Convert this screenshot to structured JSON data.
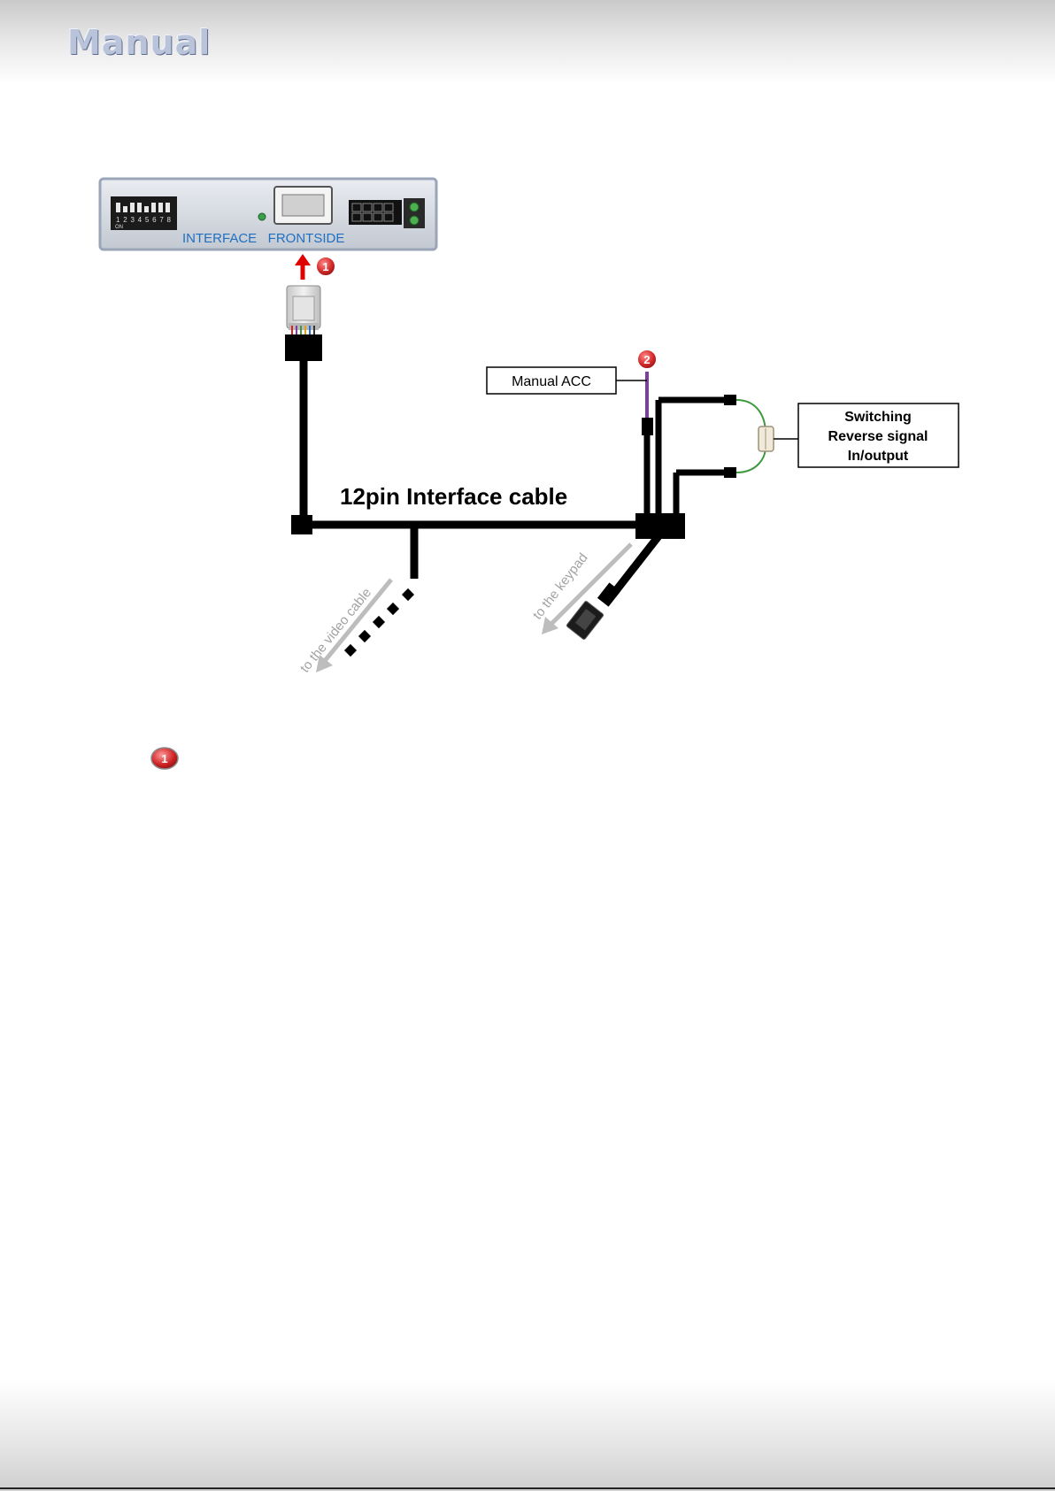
{
  "header": {
    "title": "Manual"
  },
  "interface_unit": {
    "label": "INTERFACE   FRONTSIDE",
    "dip_digits": "12345678",
    "dip_on": "ON"
  },
  "callouts": [
    {
      "number": "1"
    },
    {
      "number": "2"
    }
  ],
  "cable": {
    "title": "12pin Interface cable"
  },
  "boxes": {
    "manual_acc": "Manual ACC",
    "switching": [
      "Switching",
      "Reverse signal",
      "In/output"
    ]
  },
  "arrows": {
    "video_cable": "to the video cable",
    "keypad": "to the keypad"
  },
  "notes": [
    {
      "badge": "1"
    }
  ],
  "colors": {
    "callout_red": "#d42a2a",
    "arrow_red": "#e00000",
    "interface_blue": "#1f6fc1",
    "acc_wire": "#7a3fa0",
    "reverse_wire": "#3f9a3f"
  }
}
